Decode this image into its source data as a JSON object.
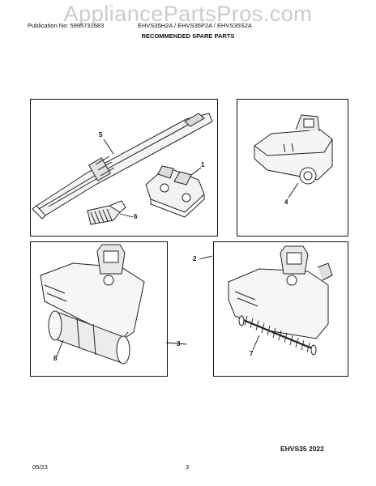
{
  "watermark": "AppliancePartsPros.com",
  "header": {
    "publication": "Publication No: 5995731683",
    "models": "EHVS35H2A / EHVS35P2A / EHVS35S2A",
    "title": "RECOMMENDED SPARE PARTS"
  },
  "callouts": {
    "c1": "1",
    "c2": "2",
    "c3": "3",
    "c4": "4",
    "c5": "5",
    "c6": "6",
    "c7": "7",
    "c8": "8"
  },
  "reference": "EHVS35 2022",
  "footer": {
    "date": "05/23",
    "page": "3"
  },
  "icons": [
    "crevice-tool",
    "motor-mount",
    "brush-strip",
    "mini-turbo-nozzle",
    "power-nozzle-head",
    "brush-roll",
    "power-nozzle-head-with-brushroll",
    "brushroll-bristle"
  ]
}
